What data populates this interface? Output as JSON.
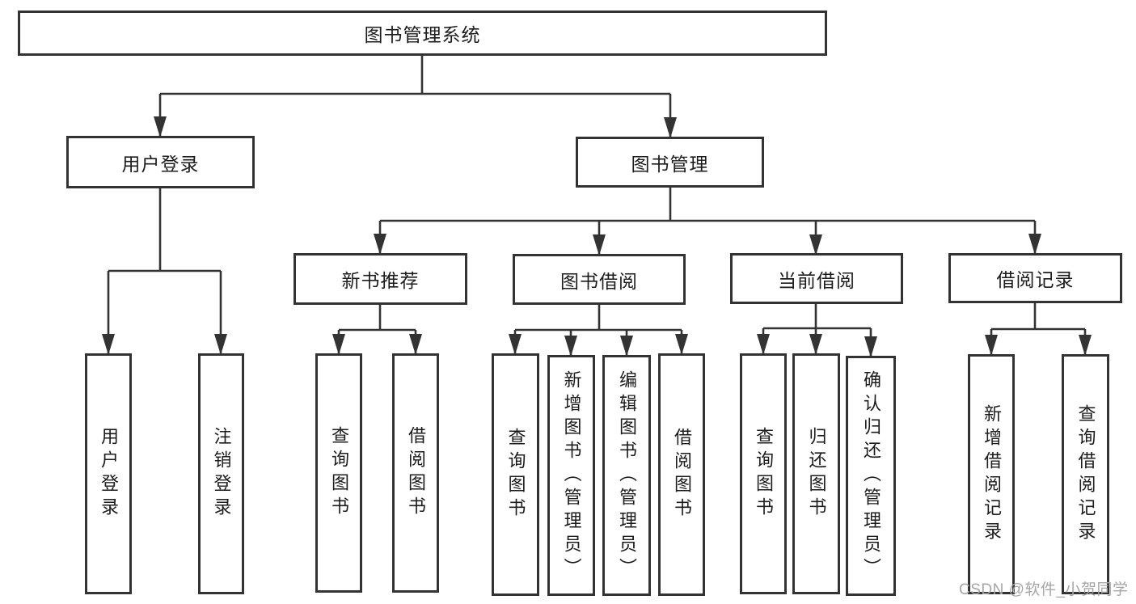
{
  "colors": {
    "line": "#333333",
    "box_border": "#333333",
    "text": "#1c1c1c",
    "watermark": "#a6a6a6",
    "background": "#ffffff"
  },
  "watermark": {
    "text": "CSDN @软件_小贺同学"
  },
  "tree": {
    "root": {
      "label": "图书管理系统"
    },
    "login": {
      "label": "用户登录",
      "children": [
        {
          "label": "用户登录"
        },
        {
          "label": "注销登录"
        }
      ]
    },
    "management": {
      "label": "图书管理",
      "children": [
        {
          "label": "新书推荐",
          "children": [
            {
              "label": "查询图书"
            },
            {
              "label": "借阅图书"
            }
          ]
        },
        {
          "label": "图书借阅",
          "children": [
            {
              "label": "查询图书"
            },
            {
              "label": "新增图书（管理员）"
            },
            {
              "label": "编辑图书（管理员）"
            },
            {
              "label": "借阅图书"
            }
          ]
        },
        {
          "label": "当前借阅",
          "children": [
            {
              "label": "查询图书"
            },
            {
              "label": "归还图书"
            },
            {
              "label": "确认归还（管理员）"
            }
          ]
        },
        {
          "label": "借阅记录",
          "children": [
            {
              "label": "新增借阅记录"
            },
            {
              "label": "查询借阅记录"
            }
          ]
        }
      ]
    }
  }
}
